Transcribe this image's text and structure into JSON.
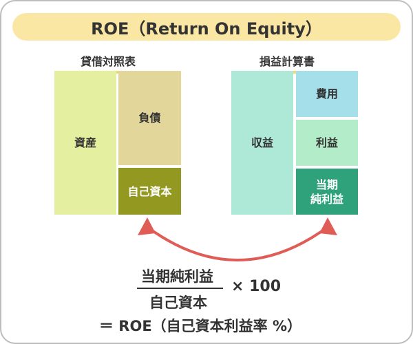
{
  "title": "ROE（Return On Equity）",
  "balance_sheet": {
    "label": "貸借対照表",
    "assets": "資産",
    "liabilities": "負債",
    "equity": "自己資本"
  },
  "income_statement": {
    "label": "損益計算書",
    "revenue": "収益",
    "expenses": "費用",
    "profit": "利益",
    "net_income_line1": "当期",
    "net_income_line2": "純利益"
  },
  "formula": {
    "numerator": "当期純利益",
    "denominator": "自己資本",
    "multiplier": "× 100",
    "result": "＝ ROE（自己資本利益率 %）"
  },
  "colors": {
    "title_bg": "#fbe7a4",
    "assets": "#e4ef9f",
    "liabilities": "#e2d69a",
    "equity": "#939920",
    "revenue": "#aee8d6",
    "expenses": "#a5e0ea",
    "profit": "#b3ecc8",
    "net_income": "#2fa27c",
    "arrow": "#e05c57"
  }
}
